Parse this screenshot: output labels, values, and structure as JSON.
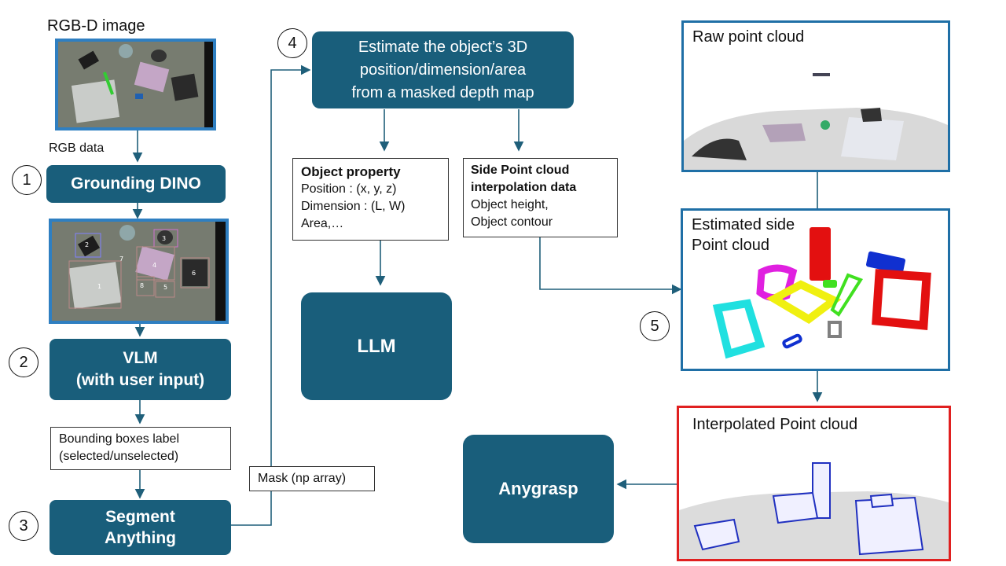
{
  "left": {
    "rgbd_title": "RGB-D image",
    "rgb_label": "RGB data",
    "grounding_dino": "Grounding DINO",
    "vlm_line1": "VLM",
    "vlm_line2": "(with user input)",
    "bbox_label_line1": "Bounding boxes label",
    "bbox_label_line2": "(selected/unselected)",
    "sam_line1": "Segment",
    "sam_line2": "Anything",
    "bbox_numbers": [
      "1",
      "2",
      "3",
      "4",
      "5",
      "6",
      "7",
      "8"
    ]
  },
  "steps": [
    "1",
    "2",
    "3",
    "4",
    "5"
  ],
  "middle": {
    "mask_label": "Mask (np array)",
    "estimate_line1": "Estimate the object’s 3D",
    "estimate_line2": "position/dimension/area",
    "estimate_line3": "from a masked depth map",
    "object_property_title": "Object property",
    "object_property_lines": [
      "Position : (x, y, z)",
      "Dimension : (L, W)",
      "Area,…"
    ],
    "side_title_line1": "Side Point cloud",
    "side_title_line2": "interpolation data",
    "side_lines": [
      "Object height,",
      "Object contour"
    ],
    "llm": "LLM",
    "anygrasp": "Anygrasp"
  },
  "right": {
    "raw_title": "Raw point cloud",
    "estimated_title_line1": "Estimated side",
    "estimated_title_line2": "Point cloud",
    "interpolated_title": "Interpolated Point cloud"
  },
  "colors": {
    "dark_box": "#195e7b",
    "image_border": "#2f7fc1",
    "panel_border": "#1f6fa6",
    "interpolated_border": "#e02020",
    "arrow": "#1f5f7a"
  }
}
